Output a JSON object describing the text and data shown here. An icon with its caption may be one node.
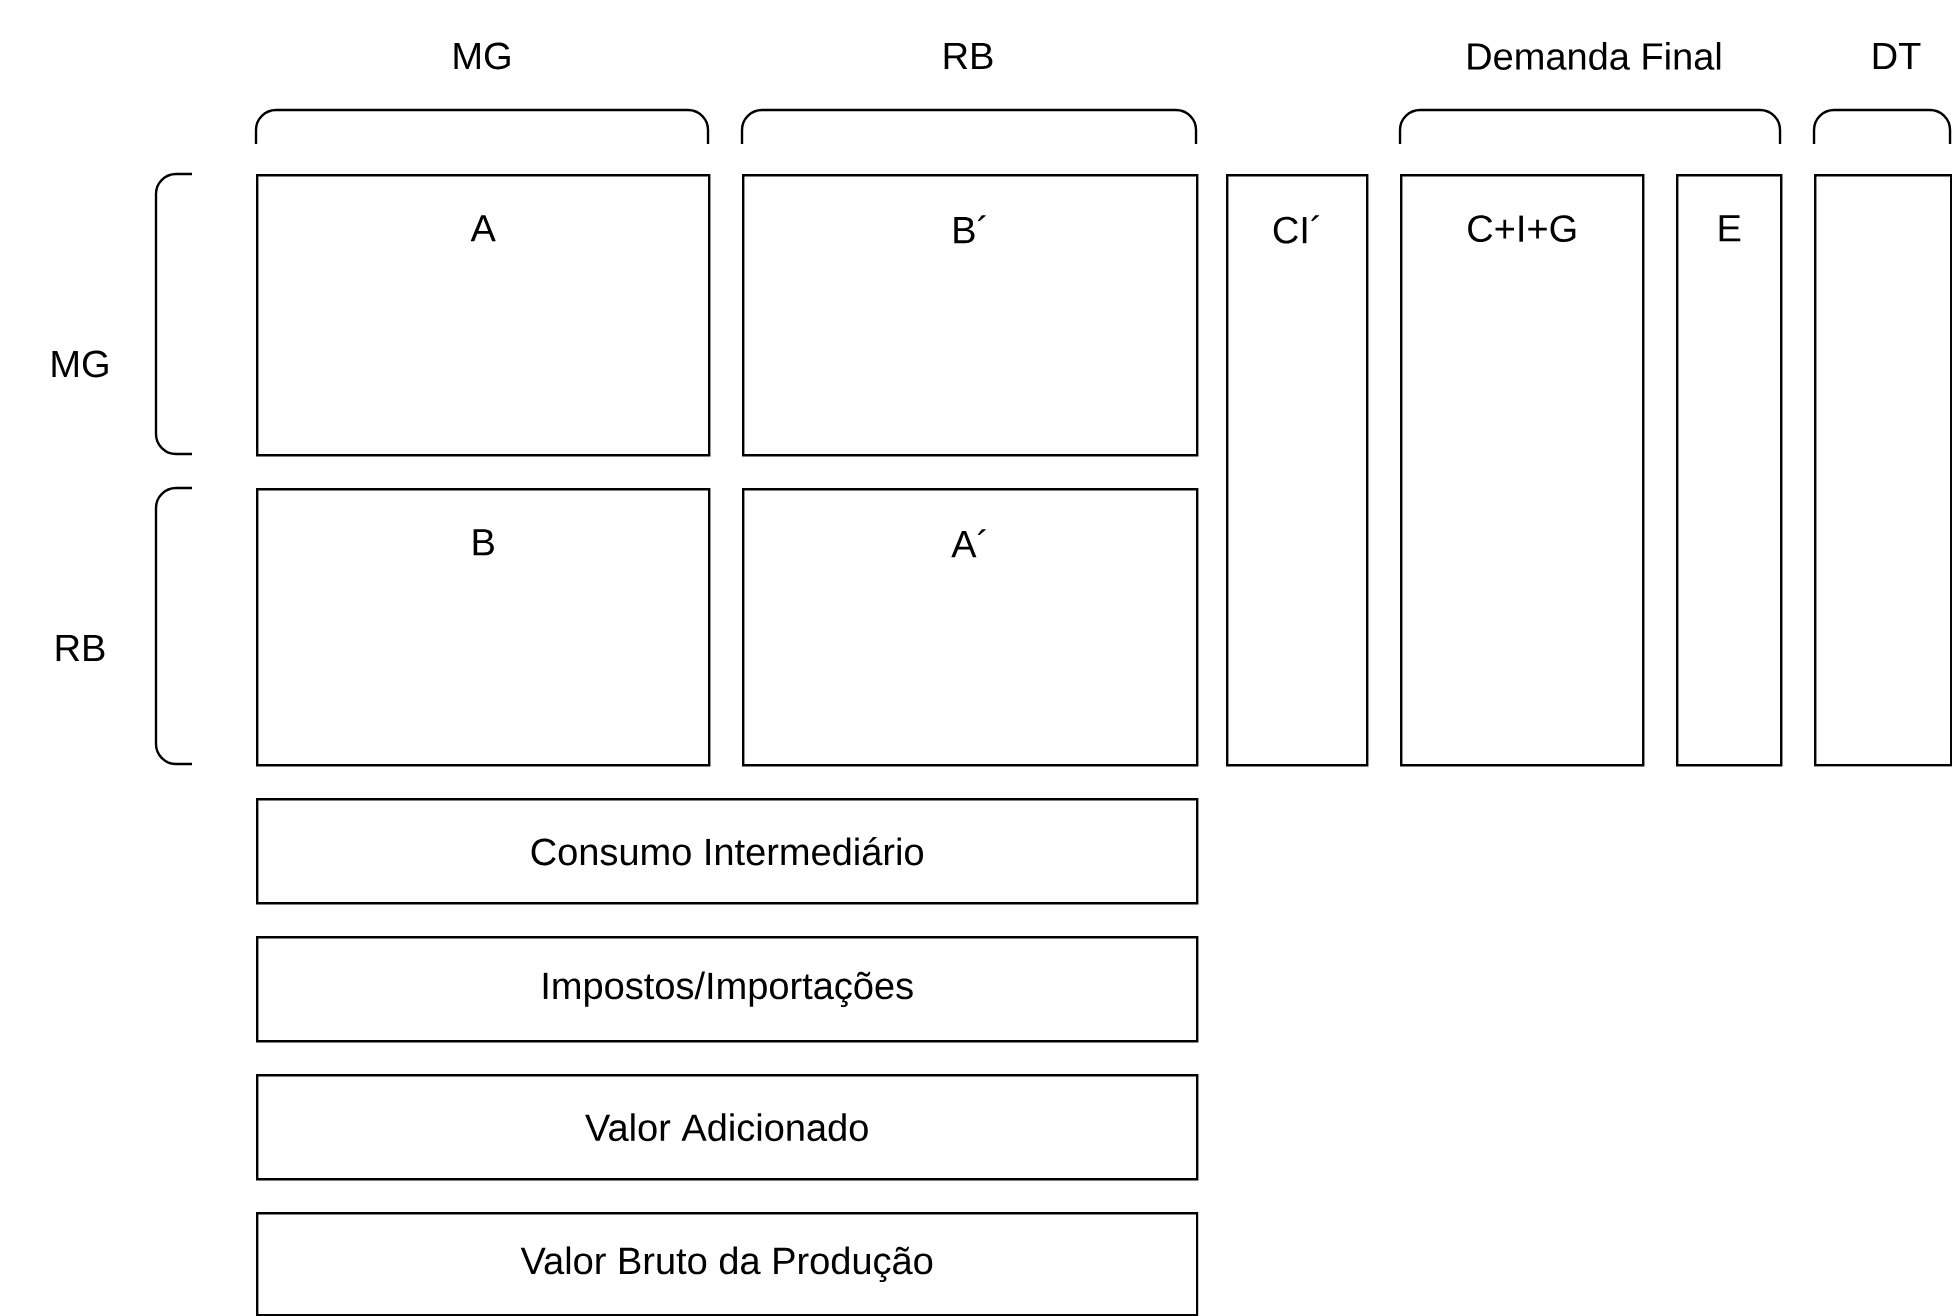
{
  "diagram": {
    "nodes": [
      {
        "text": [
          "A"
        ]
      },
      {
        "text": [
          "B´"
        ]
      },
      {
        "text": [
          "CI´"
        ]
      },
      {
        "text": [
          "C+I+G"
        ]
      },
      {
        "text": [
          "E"
        ]
      },
      {
        "text": [],
        "shape": "box"
      },
      {
        "text": [
          "B"
        ]
      },
      {
        "text": [
          "A´"
        ]
      },
      {
        "text": [
          "Consumo Intermediário"
        ]
      },
      {
        "text": [
          "Impostos/Importações"
        ]
      },
      {
        "text": [
          "Valor Adicionado"
        ]
      },
      {
        "text": [
          "Valor Bruto da Produção"
        ]
      }
    ],
    "labels": [
      "MG",
      "RB",
      "Demanda Final",
      "DT",
      "MG",
      "RB"
    ]
  }
}
